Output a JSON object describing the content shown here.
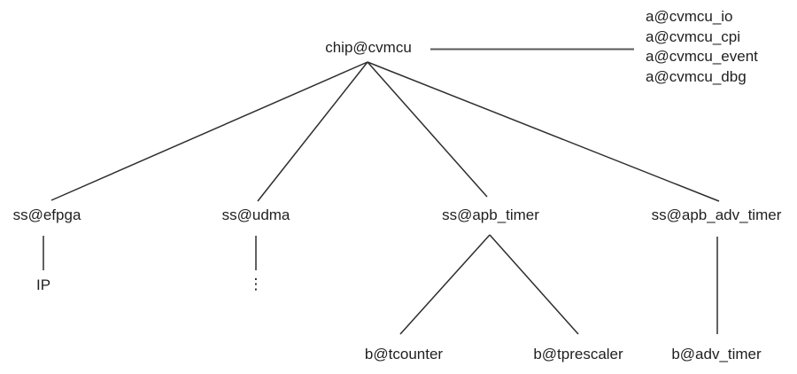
{
  "colors": {
    "background": "#ffffff",
    "text": "#1f1f1f",
    "edge_line": "#2d2d2d",
    "attachment_connector_line": "#595959"
  },
  "tree": {
    "root": {
      "label": "chip@cvmcu"
    },
    "root_attachments": [
      {
        "label": "a@cvmcu_io"
      },
      {
        "label": "a@cvmcu_cpi"
      },
      {
        "label": "a@cvmcu_event"
      },
      {
        "label": "a@cvmcu_dbg"
      }
    ],
    "subsystems": [
      {
        "label": "ss@efpga",
        "children": [
          {
            "label": "IP"
          }
        ]
      },
      {
        "label": "ss@udma",
        "children": [
          {
            "label": "⋮"
          }
        ]
      },
      {
        "label": "ss@apb_timer",
        "children": [
          {
            "label": "b@tcounter"
          },
          {
            "label": "b@tprescaler"
          }
        ]
      },
      {
        "label": "ss@apb_adv_timer",
        "children": [
          {
            "label": "b@adv_timer"
          }
        ]
      }
    ]
  }
}
